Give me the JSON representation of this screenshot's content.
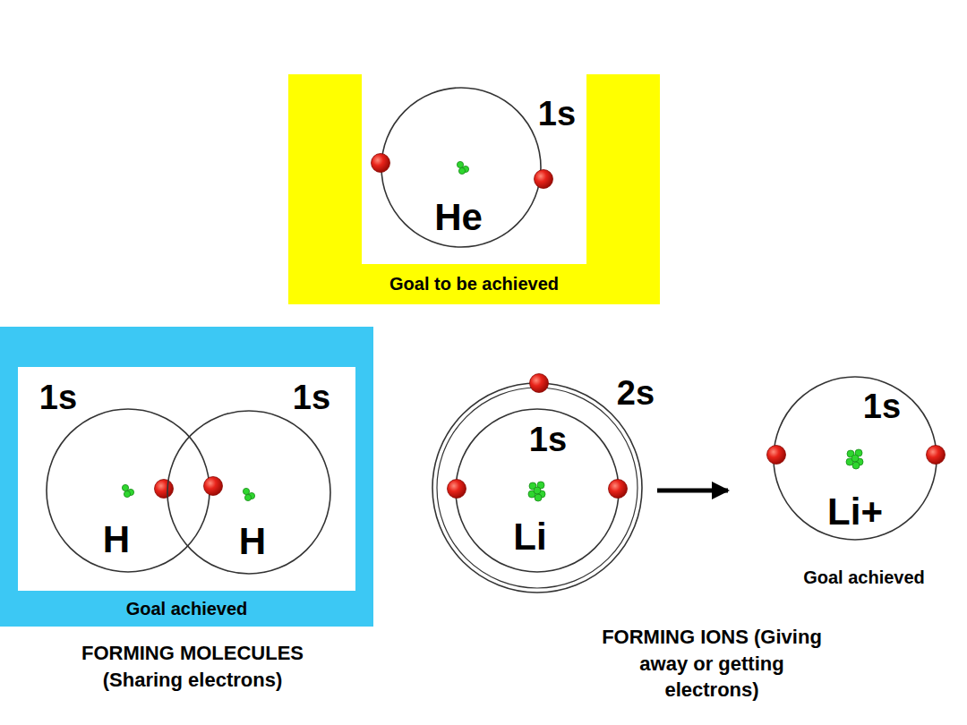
{
  "diagram": {
    "nodes": [
      {
        "text": [
          "Goal to be achieved"
        ]
      },
      {
        "text": [
          "1s",
          "He"
        ],
        "in": 0
      },
      {
        "text": [
          "Goal achieved"
        ]
      },
      {
        "text": [
          "1s",
          "H"
        ],
        "in": 2
      },
      {
        "text": [
          "1s",
          "H"
        ],
        "in": 2
      },
      {
        "text": [
          "2s"
        ]
      },
      {
        "text": [
          "1s",
          "Li"
        ],
        "in": 5
      },
      {
        "text": [
          "1s",
          "Li+"
        ]
      }
    ],
    "edges": [
      {
        "from": 5,
        "to": 7,
        "arrow": "to"
      }
    ],
    "labels": [
      "Goal achieved",
      "FORMING MOLECULES (Sharing electrons)",
      "FORMING IONS (Giving away or getting electrons)"
    ]
  }
}
